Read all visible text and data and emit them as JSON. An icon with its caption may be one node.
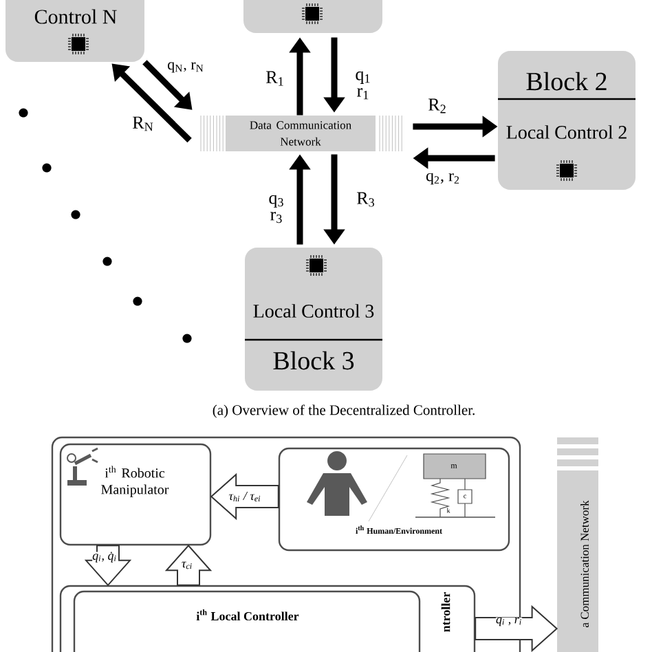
{
  "diagram": {
    "caption": "(a) Overview of the Decentralized Controller.",
    "nodes": [
      {
        "text": [],
        "shape": "box"
      },
      {
        "text": [
          "Control N"
        ]
      },
      {
        "text": [
          "Data Communication Network"
        ]
      },
      {
        "text": [
          "Block 2",
          "Local Control 2"
        ]
      },
      {
        "text": [
          "Local Control 3",
          "Block 3"
        ]
      },
      {
        "text": [],
        "shape": "box"
      },
      {
        "text": [
          "i$^{th}$ Robotic Manipulator"
        ],
        "in": 5
      },
      {
        "text": [
          "i$^{th}$ Human/Environment"
        ],
        "in": 5
      },
      {
        "text": [
          "ntroller"
        ],
        "in": 5
      },
      {
        "text": [
          "i$^{th}$ Local Controller"
        ],
        "in": 8
      },
      {
        "text": [
          "a Communication Network"
        ]
      }
    ],
    "edges": [
      {
        "from": 2,
        "to": 0,
        "arrow": "to",
        "label": "R$_{1}$"
      },
      {
        "from": 0,
        "to": 2,
        "arrow": "to",
        "label": "q$_{1}$ r$_{1}$"
      },
      {
        "from": 2,
        "to": 3,
        "arrow": "to",
        "label": "R$_{2}$"
      },
      {
        "from": 3,
        "to": 2,
        "arrow": "to",
        "label": "q$_{2}$, r$_{2}$"
      },
      {
        "from": 2,
        "to": 4,
        "arrow": "to",
        "label": "R$_{3}$"
      },
      {
        "from": 4,
        "to": 2,
        "arrow": "to",
        "label": "q$_{3}$ r$_{3}$"
      },
      {
        "from": 2,
        "to": 1,
        "arrow": "to",
        "label": "R$_{N}$"
      },
      {
        "from": 1,
        "to": 2,
        "arrow": "to",
        "label": "q$_{N}$, r$_{N}$"
      },
      {
        "from": 7,
        "to": 6,
        "arrow": "to",
        "label": "τ$_{hi}$ / τ$_{ei}$"
      },
      {
        "from": 6,
        "to": 8,
        "arrow": "to",
        "label": "q$_{i}$, q̇$_{i}$"
      },
      {
        "from": 8,
        "to": 6,
        "arrow": "to",
        "label": "τ$_{ci}$"
      },
      {
        "from": 8,
        "to": 10,
        "arrow": "to",
        "label": "q$_{i}$ , r$_{i}$"
      }
    ],
    "labels": [
      "m",
      "c",
      "k"
    ]
  }
}
